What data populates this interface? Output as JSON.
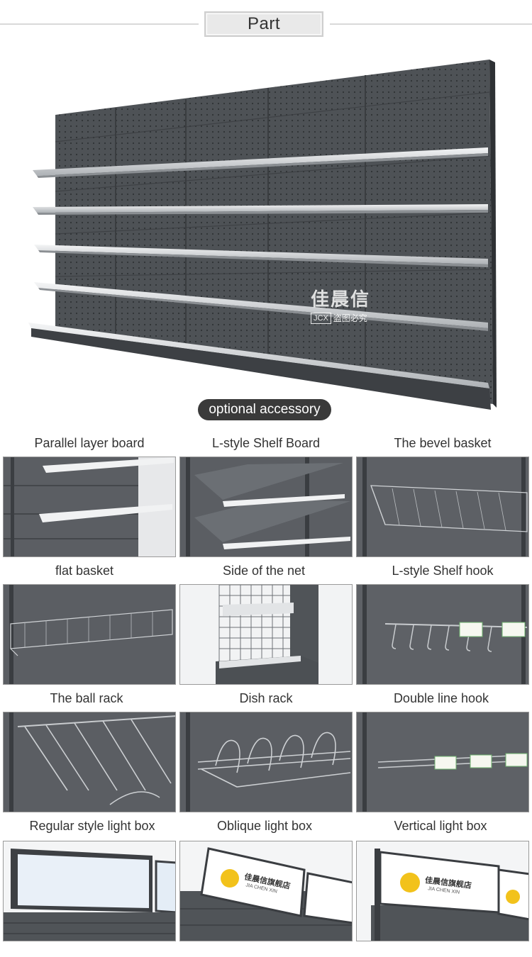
{
  "header": {
    "title": "Part"
  },
  "hero": {
    "watermark_cn": "佳晨信",
    "watermark_tag": "JCX",
    "watermark_text": "盗图必究",
    "pill": "optional accessory"
  },
  "accessories": [
    {
      "label": "Parallel layer board"
    },
    {
      "label": "L-style Shelf Board"
    },
    {
      "label": "The bevel basket"
    },
    {
      "label": "flat basket"
    },
    {
      "label": "Side of the net"
    },
    {
      "label": "L-style Shelf hook"
    },
    {
      "label": "The ball rack"
    },
    {
      "label": "Dish rack"
    },
    {
      "label": "Double line hook"
    },
    {
      "label": "Regular style light box"
    },
    {
      "label": "Oblique light box"
    },
    {
      "label": "Vertical light box"
    }
  ],
  "lightbox": {
    "brand_cn": "佳晨信旗舰店",
    "brand_en": "JIA CHEN XIN"
  },
  "colors": {
    "panel": "#4f5357",
    "panel_dark": "#3c3f43",
    "shelf_edge": "#e6e8ea",
    "pill": "#3a3a3a"
  }
}
